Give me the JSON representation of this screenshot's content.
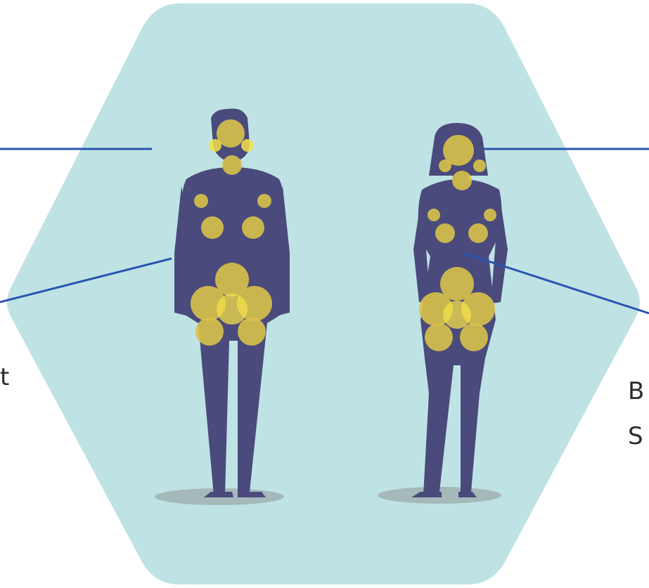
{
  "colors": {
    "background": "#ffffff",
    "hexagon_fill": "#bfe3e4",
    "silhouette": "#4a4a7c",
    "hotspot": "#d8c24a",
    "hotspot_highlight": "#f4e04a",
    "shadow": "#9aa5a8",
    "callout_line": "#2a55b0",
    "label_text": "#2b2b2b"
  },
  "labels": {
    "left_fragment": "t",
    "right_fragment_1": "B",
    "right_fragment_2": "S"
  },
  "icons": {
    "man_figure": "male-silhouette-icon",
    "woman_figure": "female-silhouette-icon",
    "hotspot": "yellow-circle-marker"
  }
}
